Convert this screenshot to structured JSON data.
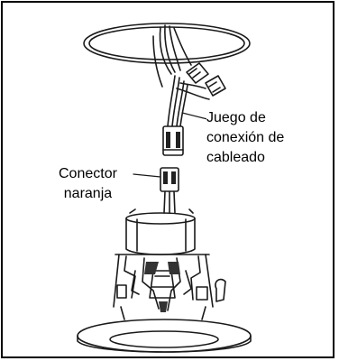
{
  "labels": {
    "wiring_kit": {
      "line1": "Juego de",
      "line2": "conexión de",
      "line3": "cableado"
    },
    "orange_connector": {
      "line1": "Conector",
      "line2": "naranja"
    }
  },
  "colors": {
    "stroke": "#1a1a1a",
    "background": "#ffffff"
  }
}
